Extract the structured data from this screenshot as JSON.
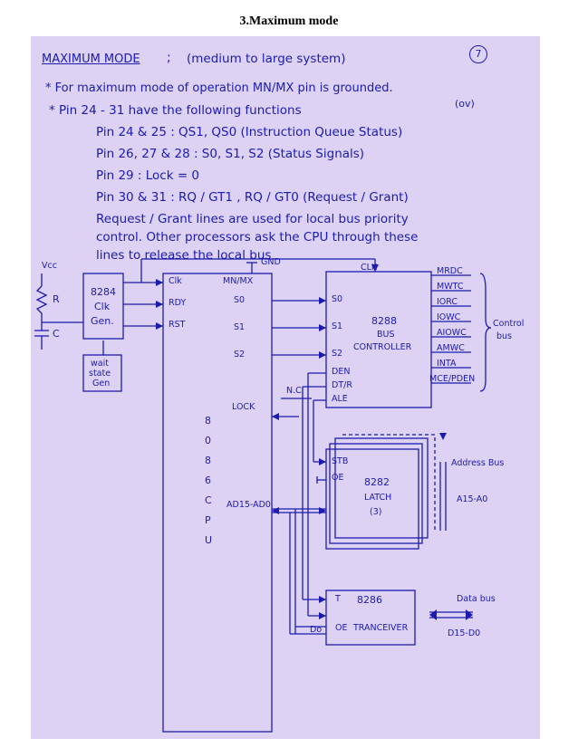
{
  "document": {
    "heading": "3.Maximum mode"
  },
  "notes": {
    "page_number": "7",
    "title_main": "MAXIMUM MODE",
    "title_colon": ";",
    "title_paren": "(medium to large system)",
    "line1": "* For maximum mode of operation MN/MX pin is grounded.",
    "line1_aside": "(ov)",
    "line2": "* Pin 24 - 31 have the following functions",
    "line3": "Pin 24 & 25 : QS1, QS0 (Instruction Queue Status)",
    "line4": "Pin 26, 27 & 28 : S0, S1, S2 (Status Signals)",
    "line5": "Pin 29 : Lock = 0",
    "line6": "Pin 30 & 31 : RQ / GT1 , RQ / GT0 (Request / Grant)",
    "line7": "Request / Grant lines are used for local bus priority",
    "line8": "control. Other processors ask the CPU through these",
    "line9": "lines to release the local bus"
  },
  "diagram": {
    "vcc": "Vcc",
    "resistor": "R",
    "capacitor": "C",
    "clk_gen": [
      "8284",
      "Clk",
      "Gen."
    ],
    "wait_state": [
      "wait",
      "state",
      "Gen"
    ],
    "cpu_pins": {
      "clk": "Clk",
      "rdy": "RDY",
      "rst": "RST",
      "mnmx": "MN/MX",
      "s0": "S0",
      "s1": "S1",
      "s2": "S2",
      "lock": "LOCK",
      "ad": "AD15-AD0"
    },
    "gnd": "GND",
    "nc": "N.C",
    "cpu_chars": [
      "8",
      "0",
      "8",
      "6",
      "C",
      "P",
      "U"
    ],
    "bus_ctrl_inputs": [
      "S0",
      "S1",
      "S2"
    ],
    "bus_ctrl_outputs": [
      "DEN",
      "DT/R",
      "ALE"
    ],
    "bus_ctrl_clk": "CLK",
    "bus_ctrl_name": [
      "8288",
      "BUS",
      "CONTROLLER"
    ],
    "control_signals": [
      "MRDC",
      "MWTC",
      "IORC",
      "IOWC",
      "AIOWC",
      "AMWC",
      "INTA",
      "MCE/PDEN"
    ],
    "control_bus": [
      "Control",
      "bus"
    ],
    "latch_pins": [
      "STB",
      "OE"
    ],
    "latch_name": [
      "8282",
      "LATCH",
      "(3)"
    ],
    "address_bus": "Address Bus",
    "address_range": "A15-A0",
    "trans_pins": [
      "T",
      "OE"
    ],
    "trans_name": [
      "8286",
      "TRANCEIVER"
    ],
    "data_bus": "Data bus",
    "data_range": "D15-D0",
    "do_label": "Do"
  }
}
